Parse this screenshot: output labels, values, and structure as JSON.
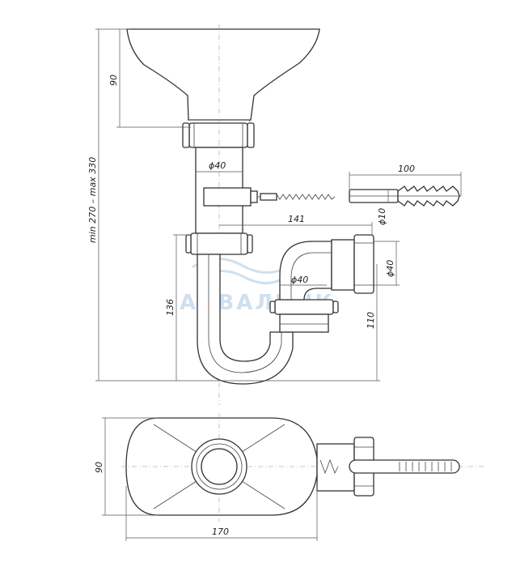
{
  "watermark": {
    "brand": "АКВАЛИНК"
  },
  "dimensions": {
    "total_height": "min 270 – max 330",
    "bowl_height": "90",
    "pipe_diameter": "ϕ40",
    "screw_length": "100",
    "outlet_offset": "141",
    "screw_diameter": "ϕ10",
    "outlet_diameter": "ϕ40",
    "trap_diameter": "ϕ40",
    "left_height": "136",
    "right_height": "110",
    "bottom_width": "90",
    "bottom_length": "170"
  },
  "colors": {
    "line": "#333333",
    "watermark": "#cfe0f0"
  }
}
